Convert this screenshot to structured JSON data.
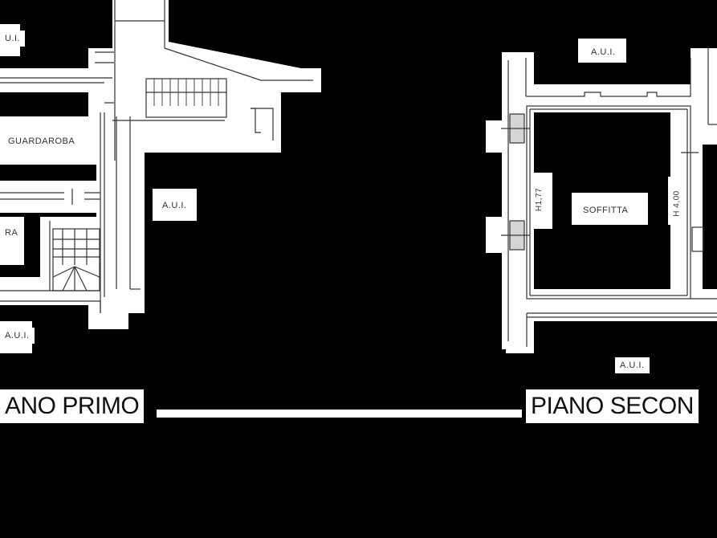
{
  "plans": {
    "left": {
      "title": "ANO PRIMO",
      "rooms": {
        "aui_top_left": "U.I.",
        "guardaroba": "GUARDAROBA",
        "camera_partial": "RA",
        "aui_center": "A.U.I.",
        "aui_bottom_left": "A.U.I."
      }
    },
    "right": {
      "title": "PIANO SECON",
      "rooms": {
        "aui_top": "A.U.I.",
        "soffitta": "SOFFITTA",
        "height_left": "H1,77",
        "height_right": "H 4,00",
        "aui_bottom": "A.U.I."
      }
    }
  },
  "colors": {
    "background": "#000000",
    "paper": "#ffffff",
    "line": "#333333"
  }
}
